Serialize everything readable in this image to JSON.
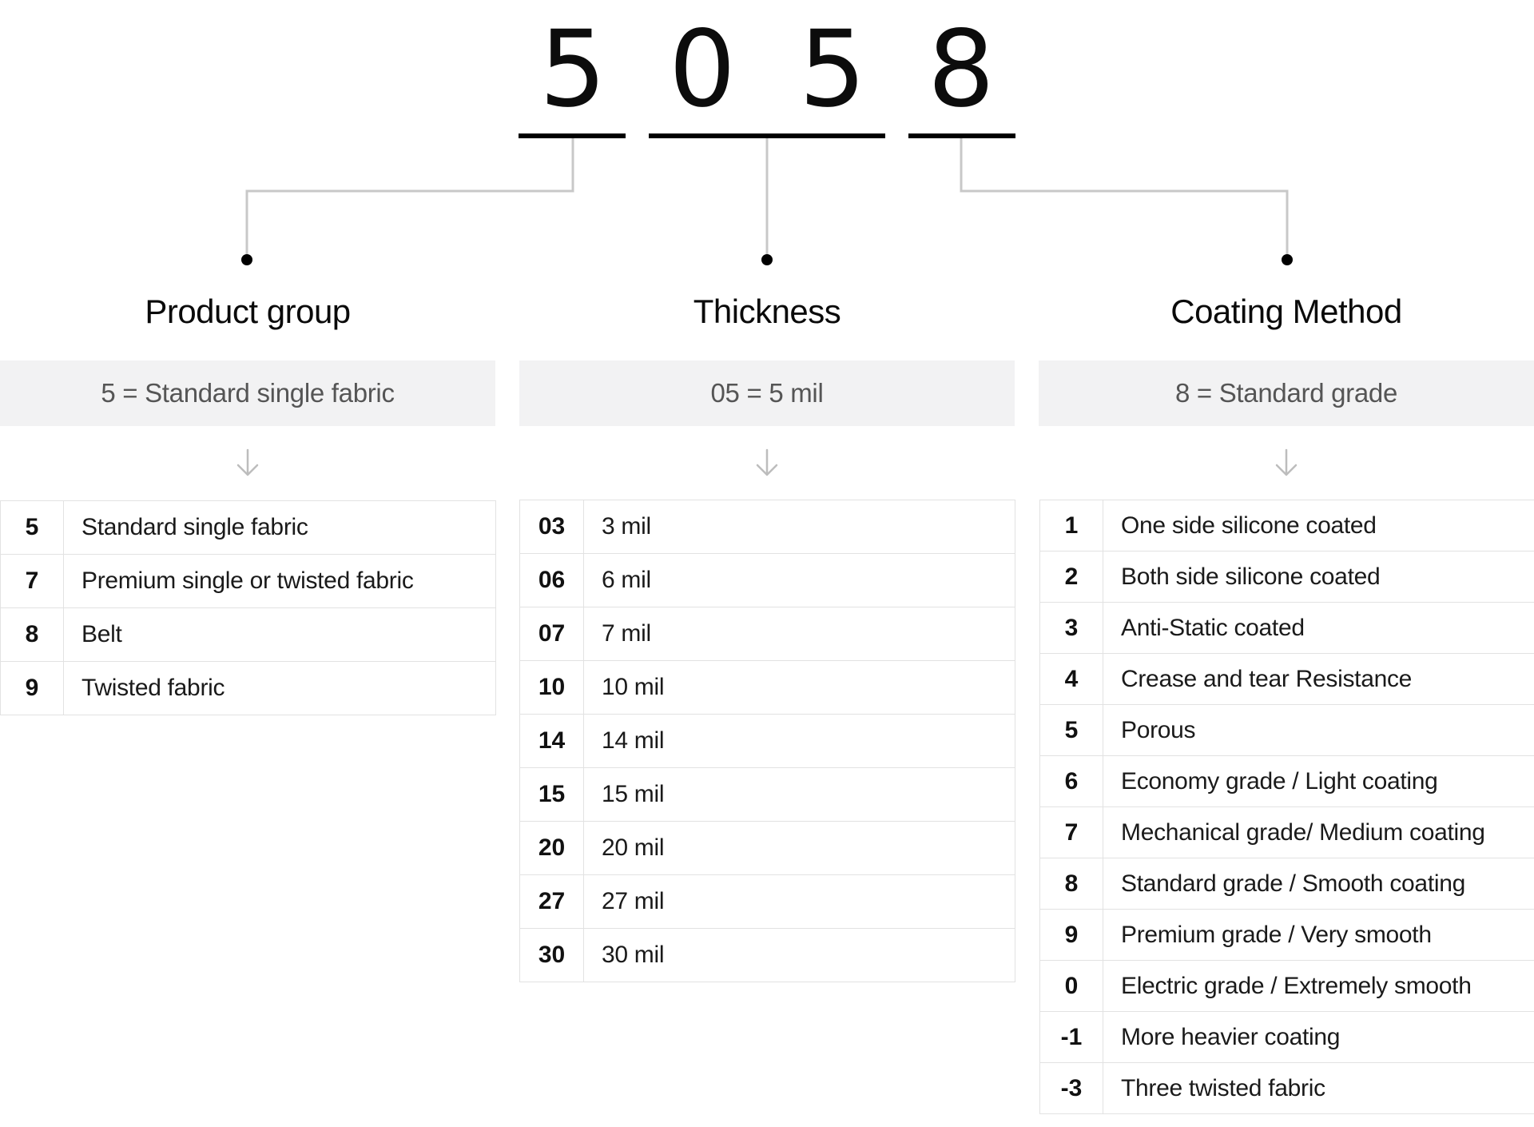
{
  "code": {
    "digits": [
      "5",
      "0",
      "5",
      "8"
    ]
  },
  "sections": {
    "product_group": {
      "heading": "Product group",
      "selected": "5 = Standard single fabric",
      "rows": [
        {
          "code": "5",
          "label": "Standard single fabric"
        },
        {
          "code": "7",
          "label": "Premium single or twisted fabric"
        },
        {
          "code": "8",
          "label": "Belt"
        },
        {
          "code": "9",
          "label": "Twisted fabric"
        }
      ]
    },
    "thickness": {
      "heading": "Thickness",
      "selected": "05 = 5 mil",
      "rows": [
        {
          "code": "03",
          "label": "3 mil"
        },
        {
          "code": "06",
          "label": "6 mil"
        },
        {
          "code": "07",
          "label": "7 mil"
        },
        {
          "code": "10",
          "label": "10 mil"
        },
        {
          "code": "14",
          "label": "14 mil"
        },
        {
          "code": "15",
          "label": "15 mil"
        },
        {
          "code": "20",
          "label": "20 mil"
        },
        {
          "code": "27",
          "label": "27 mil"
        },
        {
          "code": "30",
          "label": "30 mil"
        }
      ]
    },
    "coating_method": {
      "heading": "Coating Method",
      "selected": "8 = Standard grade",
      "rows": [
        {
          "code": "1",
          "label": "One side silicone coated"
        },
        {
          "code": "2",
          "label": "Both side silicone coated"
        },
        {
          "code": "3",
          "label": "Anti-Static coated"
        },
        {
          "code": "4",
          "label": "Crease and tear Resistance"
        },
        {
          "code": "5",
          "label": "Porous"
        },
        {
          "code": "6",
          "label": "Economy grade / Light coating"
        },
        {
          "code": "7",
          "label": "Mechanical grade/ Medium coating"
        },
        {
          "code": "8",
          "label": "Standard grade / Smooth coating"
        },
        {
          "code": "9",
          "label": "Premium grade / Very smooth"
        },
        {
          "code": "0",
          "label": "Electric grade / Extremely smooth"
        },
        {
          "code": "-1",
          "label": "More heavier coating"
        },
        {
          "code": "-3",
          "label": "Three twisted fabric"
        }
      ]
    }
  },
  "icons": {
    "connector_dot": "dot-icon",
    "down_arrow": "arrow-down-icon"
  },
  "colors": {
    "selected_bar_bg": "#f2f2f3",
    "table_border": "#e2e2e2",
    "connector_line": "#c8c8c8"
  }
}
